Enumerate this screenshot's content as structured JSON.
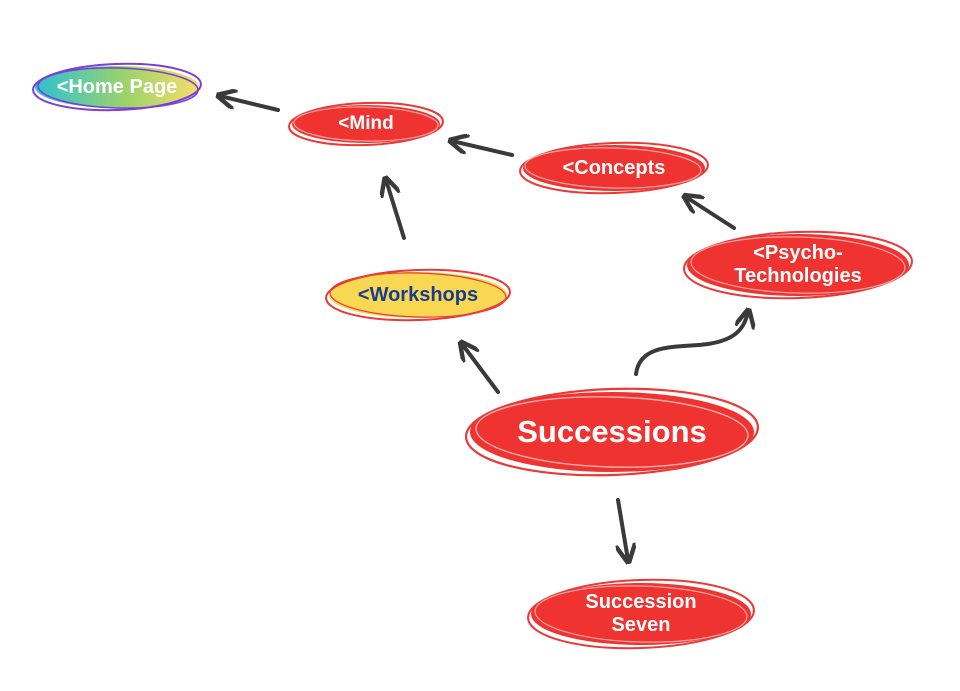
{
  "colors": {
    "node_fill": "#ef3331",
    "node_outline": "#e83a36",
    "workshops_fill": "#f8d853",
    "workshops_text": "#1a3c8f",
    "arrow": "#3a3a3a",
    "home_gradient": [
      "#2cc1d4",
      "#9bd36a",
      "#f5de6a"
    ],
    "home_outline": "#7b3fd6"
  },
  "nodes": {
    "home": {
      "label": "<Home Page"
    },
    "mind": {
      "label": "<Mind"
    },
    "concepts": {
      "label": "<Concepts"
    },
    "psycho": {
      "label": "<Psycho-\nTechnologies"
    },
    "workshops": {
      "label": "<Workshops"
    },
    "successions": {
      "label": "Successions"
    },
    "succession_seven": {
      "label": "Succession\nSeven"
    }
  }
}
